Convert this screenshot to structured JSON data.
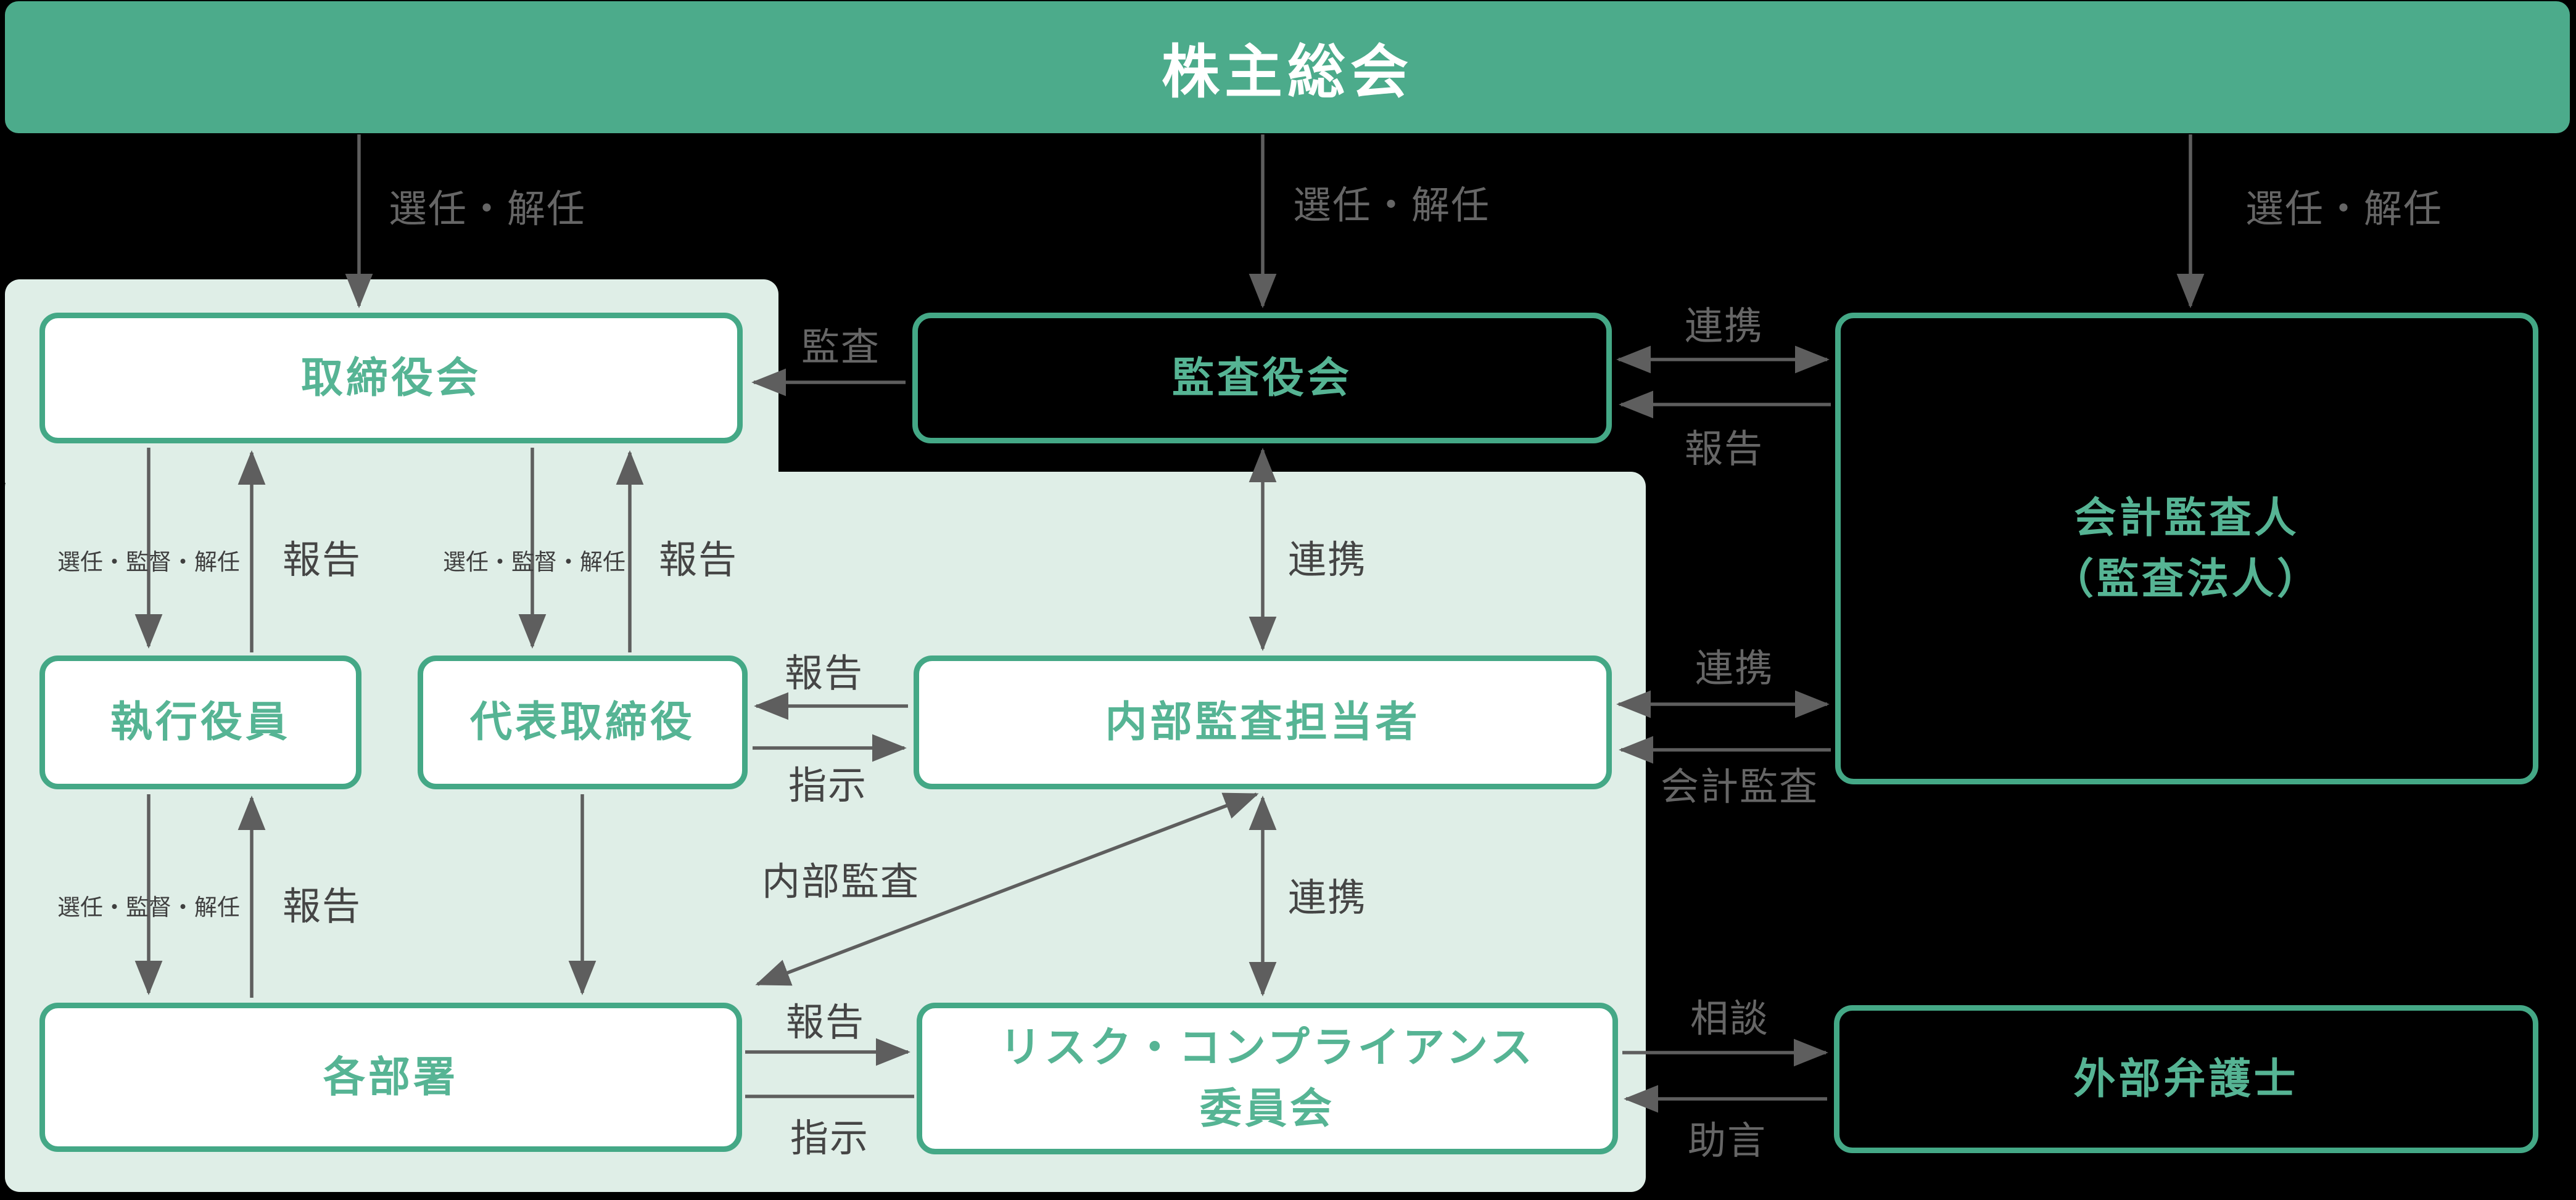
{
  "diagram_title": "株主総会",
  "colors": {
    "background": "#000000",
    "banner_green": "#4CAB8B",
    "node_border_green": "#44A886",
    "node_text_green": "#56B494",
    "group_panel_mint": "#DFEEE7",
    "label_gray_on_black": "#666666",
    "label_gray_on_panel": "#454545",
    "arrow_gray": "#5E5E5E",
    "node_fill_white": "#FFFFFF",
    "node_fill_black": "#000000",
    "banner_text": "#FFFFFF"
  },
  "nodes": {
    "shareholders_meeting": "株主総会",
    "board_of_directors": "取締役会",
    "audit_and_supervisory_board": "監査役会",
    "accounting_auditor_line1": "会計監査人",
    "accounting_auditor_line2": "（監査法人）",
    "executive_officers": "執行役員",
    "representative_director": "代表取締役",
    "internal_audit_staff": "内部監査担当者",
    "departments": "各部署",
    "risk_committee_line1": "リスク・コンプライアンス",
    "risk_committee_line2": "委員会",
    "external_lawyer": "外部弁護士"
  },
  "labels": {
    "appoint_dismiss": "選任・解任",
    "audit": "監査",
    "cooperation": "連携",
    "report": "報告",
    "appoint_supervise_dismiss": "選任・監督・解任",
    "instruction": "指示",
    "accounting_audit": "会計監査",
    "internal_audit": "内部監査",
    "consult": "相談",
    "advice": "助言"
  },
  "edges": [
    {
      "from": "株主総会",
      "to": "取締役会",
      "label": "選任・解任",
      "direction": "one-way"
    },
    {
      "from": "株主総会",
      "to": "監査役会",
      "label": "選任・解任",
      "direction": "one-way"
    },
    {
      "from": "株主総会",
      "to": "会計監査人（監査法人）",
      "label": "選任・解任",
      "direction": "one-way"
    },
    {
      "from": "監査役会",
      "to": "取締役会",
      "label": "監査",
      "direction": "one-way"
    },
    {
      "from": "監査役会",
      "to": "会計監査人（監査法人）",
      "label": "連携",
      "direction": "two-way"
    },
    {
      "from": "会計監査人（監査法人）",
      "to": "監査役会",
      "label": "報告",
      "direction": "one-way"
    },
    {
      "from": "監査役会",
      "to": "内部監査担当者",
      "label": "連携",
      "direction": "two-way"
    },
    {
      "from": "取締役会",
      "to": "執行役員",
      "label": "選任・監督・解任",
      "direction": "one-way"
    },
    {
      "from": "執行役員",
      "to": "取締役会",
      "label": "報告",
      "direction": "one-way"
    },
    {
      "from": "取締役会",
      "to": "代表取締役",
      "label": "選任・監督・解任",
      "direction": "one-way"
    },
    {
      "from": "代表取締役",
      "to": "取締役会",
      "label": "報告",
      "direction": "one-way"
    },
    {
      "from": "内部監査担当者",
      "to": "代表取締役",
      "label": "報告",
      "direction": "one-way"
    },
    {
      "from": "代表取締役",
      "to": "内部監査担当者",
      "label": "指示",
      "direction": "one-way"
    },
    {
      "from": "内部監査担当者",
      "to": "会計監査人（監査法人）",
      "label": "連携",
      "direction": "two-way"
    },
    {
      "from": "会計監査人（監査法人）",
      "to": "内部監査担当者",
      "label": "会計監査",
      "direction": "one-way"
    },
    {
      "from": "執行役員",
      "to": "各部署",
      "label": "選任・監督・解任",
      "direction": "one-way"
    },
    {
      "from": "各部署",
      "to": "執行役員",
      "label": "報告",
      "direction": "one-way"
    },
    {
      "from": "代表取締役",
      "to": "各部署",
      "label": "",
      "direction": "one-way"
    },
    {
      "from": "内部監査担当者",
      "to": "各部署",
      "label": "内部監査",
      "direction": "two-way"
    },
    {
      "from": "内部監査担当者",
      "to": "リスク・コンプライアンス委員会",
      "label": "連携",
      "direction": "two-way"
    },
    {
      "from": "各部署",
      "to": "リスク・コンプライアンス委員会",
      "label": "報告",
      "direction": "one-way"
    },
    {
      "from": "リスク・コンプライアンス委員会",
      "to": "各部署",
      "label": "指示",
      "direction": "line"
    },
    {
      "from": "リスク・コンプライアンス委員会",
      "to": "外部弁護士",
      "label": "相談",
      "direction": "one-way"
    },
    {
      "from": "外部弁護士",
      "to": "リスク・コンプライアンス委員会",
      "label": "助言",
      "direction": "one-way"
    }
  ]
}
